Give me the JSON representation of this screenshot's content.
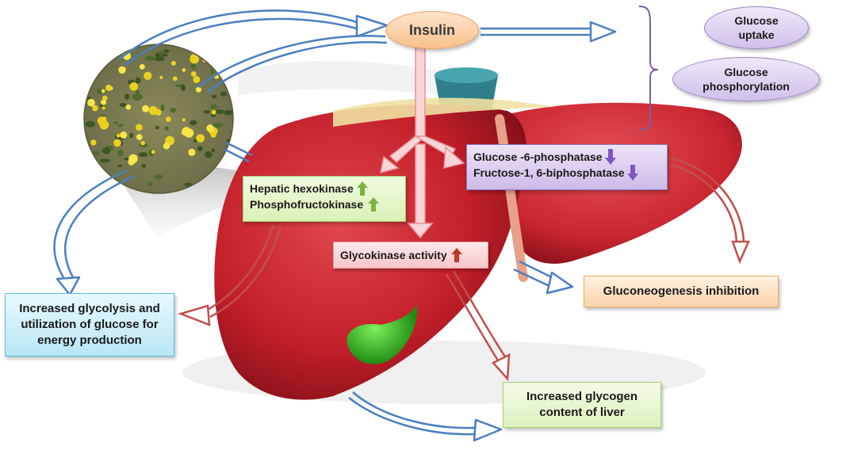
{
  "labels": {
    "insulin": "Insulin",
    "glucose_uptake": [
      "Glucose",
      "uptake"
    ],
    "glucose_phosphorylation": [
      "Glucose",
      "phosphorylation"
    ],
    "hepatic_hexokinase": "Hepatic hexokinase",
    "phosphofructokinase": "Phosphofructokinase",
    "glucose_6_phosphatase": "Glucose -6-phosphatase",
    "fructose_biphosphatase": "Fructose-1, 6-biphosphatase",
    "glycokinase_activity": "Glycokinase activity",
    "gluconeogenesis_inhibition": "Gluconeogenesis inhibition",
    "increased_glycolysis": [
      "Increased glycolysis and",
      "utilization of glucose for",
      "energy production"
    ],
    "increased_glycogen": [
      "Increased glycogen",
      "content of liver"
    ]
  },
  "indicators": {
    "hepatic_hexokinase": "up",
    "phosphofructokinase": "up",
    "glucose_6_phosphatase": "down",
    "fructose_biphosphatase": "down",
    "glycokinase_activity": "up"
  },
  "colors": {
    "arrow_blue": "#4a7fc1",
    "arrow_red": "#c0504d",
    "arrow_pink": "#f4a7a9",
    "liver_red": "#c8232c",
    "bracket": "#7b5ea7",
    "up_green": "#7cb342",
    "up_red": "#c0392b",
    "down_purple": "#7e57c2"
  },
  "icons": [
    "flowering-plant-photo",
    "liver-illustration",
    "gallbladder",
    "up-arrow-icon",
    "down-arrow-icon"
  ]
}
